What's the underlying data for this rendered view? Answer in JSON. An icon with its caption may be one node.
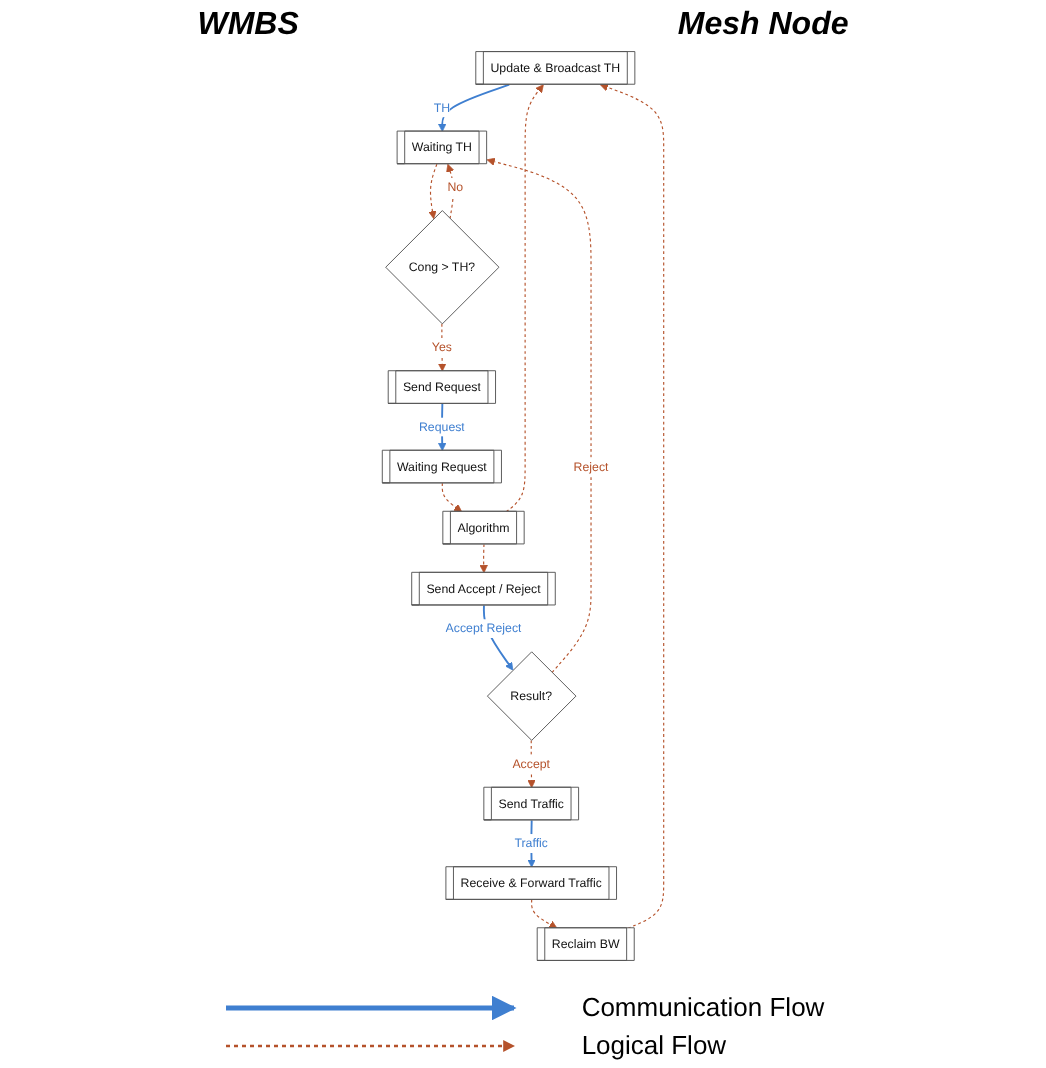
{
  "diagram": {
    "nodes": [
      {
        "text": [
          "Update & Broadcast TH"
        ]
      },
      {
        "text": [
          "Waiting TH"
        ]
      },
      {
        "text": [
          "Cong > TH?"
        ]
      },
      {
        "text": [
          "Waiting Request"
        ]
      },
      {
        "text": [
          "Send Request"
        ]
      },
      {
        "text": [
          "Algorithm"
        ]
      },
      {
        "text": [
          "Send Accept / Reject"
        ]
      },
      {
        "text": [
          "Result?"
        ]
      },
      {
        "text": [
          "Receive & Forward Traffic"
        ]
      },
      {
        "text": [
          "Send Traffic"
        ]
      },
      {
        "text": [
          "Reclaim BW"
        ]
      }
    ],
    "edges": [
      {
        "from": 0,
        "to": 1,
        "arrow": "to",
        "label": "TH",
        "color": "#3f7fd0"
      },
      {
        "from": 1,
        "to": 2,
        "arrow": "to",
        "style": "dashed"
      },
      {
        "from": 2,
        "to": 1,
        "arrow": "to",
        "label": "No",
        "style": "dashed"
      },
      {
        "from": 2,
        "to": 4,
        "arrow": "to",
        "label": "Yes",
        "style": "dashed"
      },
      {
        "from": 4,
        "to": 3,
        "arrow": "to",
        "label": "Request",
        "color": "#3f7fd0"
      },
      {
        "from": 3,
        "to": 5,
        "arrow": "to",
        "style": "dashed"
      },
      {
        "from": 5,
        "to": 0,
        "arrow": "to",
        "style": "dashed"
      },
      {
        "from": 5,
        "to": 6,
        "arrow": "to",
        "style": "dashed"
      },
      {
        "from": 6,
        "to": 7,
        "arrow": "to",
        "label": "Accept Reject",
        "color": "#3f7fd0"
      },
      {
        "from": 7,
        "to": 1,
        "arrow": "to",
        "label": "Reject",
        "style": "dashed"
      },
      {
        "from": 7,
        "to": 9,
        "arrow": "to",
        "label": "Accept",
        "style": "dashed"
      },
      {
        "from": 9,
        "to": 8,
        "arrow": "to",
        "label": "Traffic",
        "color": "#3f7fd0"
      },
      {
        "from": 8,
        "to": 10,
        "arrow": "to",
        "style": "dashed"
      },
      {
        "from": 10,
        "to": 0,
        "arrow": "to",
        "style": "dashed"
      }
    ],
    "labels": [
      "WMBS",
      "Mesh Node"
    ],
    "legend": [
      {
        "text": "Communication Flow"
      },
      {
        "text": "Logical Flow"
      }
    ]
  }
}
